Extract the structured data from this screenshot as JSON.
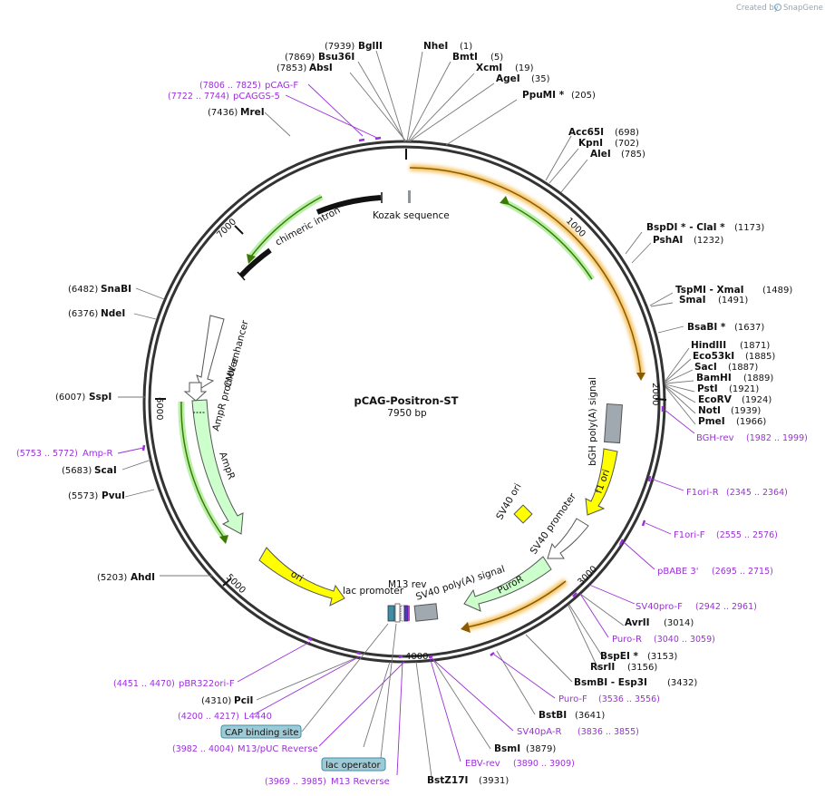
{
  "credit": {
    "prefix": "Created by",
    "brand": "SnapGene"
  },
  "map": {
    "name": "pCAG-Positron-ST",
    "size": "7950 bp"
  },
  "ticks": [
    "1000",
    "2000",
    "3000",
    "4000",
    "5000",
    "6000",
    "7000"
  ],
  "sites": [
    {
      "name": "NheI",
      "pos": "(1)"
    },
    {
      "name": "BmtI",
      "pos": "(5)"
    },
    {
      "name": "XcmI",
      "pos": "(19)"
    },
    {
      "name": "AgeI",
      "pos": "(35)"
    },
    {
      "name": "PpuMI *",
      "pos": "(205)"
    },
    {
      "name": "Acc65I",
      "pos": "(698)"
    },
    {
      "name": "KpnI",
      "pos": "(702)"
    },
    {
      "name": "AleI",
      "pos": "(785)"
    },
    {
      "name": "BspDI * - ClaI *",
      "pos": "(1173)"
    },
    {
      "name": "PshAI",
      "pos": "(1232)"
    },
    {
      "name": "TspMI  - XmaI",
      "pos": "(1489)"
    },
    {
      "name": "SmaI",
      "pos": "(1491)"
    },
    {
      "name": "BsaBI *",
      "pos": "(1637)"
    },
    {
      "name": "HindIII",
      "pos": "(1871)"
    },
    {
      "name": "Eco53kI",
      "pos": "(1885)"
    },
    {
      "name": "SacI",
      "pos": "(1887)"
    },
    {
      "name": "BamHI",
      "pos": "(1889)"
    },
    {
      "name": "PstI",
      "pos": "(1921)"
    },
    {
      "name": "EcoRV",
      "pos": "(1924)"
    },
    {
      "name": "NotI",
      "pos": "(1939)"
    },
    {
      "name": "PmeI",
      "pos": "(1966)"
    },
    {
      "name": "AvrII",
      "pos": "(3014)"
    },
    {
      "name": "BspEI *",
      "pos": "(3153)"
    },
    {
      "name": "RsrII",
      "pos": "(3156)"
    },
    {
      "name": "BsmBI  - Esp3I",
      "pos": "(3432)"
    },
    {
      "name": "BstBI",
      "pos": "(3641)"
    },
    {
      "name": "BsmI",
      "pos": "(3879)"
    },
    {
      "name": "BstZ17I",
      "pos": "(3931)"
    },
    {
      "name": "PciI",
      "pos": "(4310)"
    },
    {
      "name": "AhdI",
      "pos": "(5203)"
    },
    {
      "name": "PvuI",
      "pos": "(5573)"
    },
    {
      "name": "ScaI",
      "pos": "(5683)"
    },
    {
      "name": "SspI",
      "pos": "(6007)"
    },
    {
      "name": "NdeI",
      "pos": "(6376)"
    },
    {
      "name": "SnaBI",
      "pos": "(6482)"
    },
    {
      "name": "MreI",
      "pos": "(7436)"
    },
    {
      "name": "AbsI",
      "pos": "(7853)"
    },
    {
      "name": "Bsu36I",
      "pos": "(7869)"
    },
    {
      "name": "BglII",
      "pos": "(7939)"
    }
  ],
  "primers": [
    {
      "name": "pCAG-F",
      "range": "(7806 .. 7825)"
    },
    {
      "name": "pCAGGS-5",
      "range": "(7722 .. 7744)"
    },
    {
      "name": "BGH-rev",
      "range": "(1982 .. 1999)"
    },
    {
      "name": "F1ori-R",
      "range": "(2345 .. 2364)"
    },
    {
      "name": "F1ori-F",
      "range": "(2555 .. 2576)"
    },
    {
      "name": "pBABE 3'",
      "range": "(2695 .. 2715)"
    },
    {
      "name": "SV40pro-F",
      "range": "(2942 .. 2961)"
    },
    {
      "name": "Puro-R",
      "range": "(3040 .. 3059)"
    },
    {
      "name": "Puro-F",
      "range": "(3536 .. 3556)"
    },
    {
      "name": "SV40pA-R",
      "range": "(3836 .. 3855)"
    },
    {
      "name": "EBV-rev",
      "range": "(3890 .. 3909)"
    },
    {
      "name": "M13 Reverse",
      "range": "(3969 .. 3985)"
    },
    {
      "name": "M13/pUC Reverse",
      "range": "(3982 .. 4004)"
    },
    {
      "name": "L4440",
      "range": "(4200 .. 4217)"
    },
    {
      "name": "pBR322ori-F",
      "range": "(4451 .. 4470)"
    },
    {
      "name": "Amp-R",
      "range": "(5753 .. 5772)"
    }
  ],
  "badges": {
    "cap": "CAP binding site",
    "lac": "lac operator"
  },
  "features": {
    "kozak": "Kozak sequence",
    "intron": "chimeric intron",
    "cmv": "CMV enhancer",
    "ampr_promoter": "AmpR promoter",
    "ampr": "AmpR",
    "ori": "ori",
    "lac_promoter": "lac promoter",
    "m13rev": "M13 rev",
    "sv40pa": "SV40 poly(A) signal",
    "puror": "PuroR",
    "sv40_promoter": "SV40 promoter",
    "sv40_ori": "SV40 ori",
    "f1ori": "f1 ori",
    "bgh": "bGH poly(A) signal"
  },
  "colors": {
    "primer": "#9b30d9",
    "gene_green": "#ccffcc",
    "ori_yellow": "#ffff00",
    "orange_glow": "#f5c15a",
    "terminator": "#a0a8b0"
  }
}
